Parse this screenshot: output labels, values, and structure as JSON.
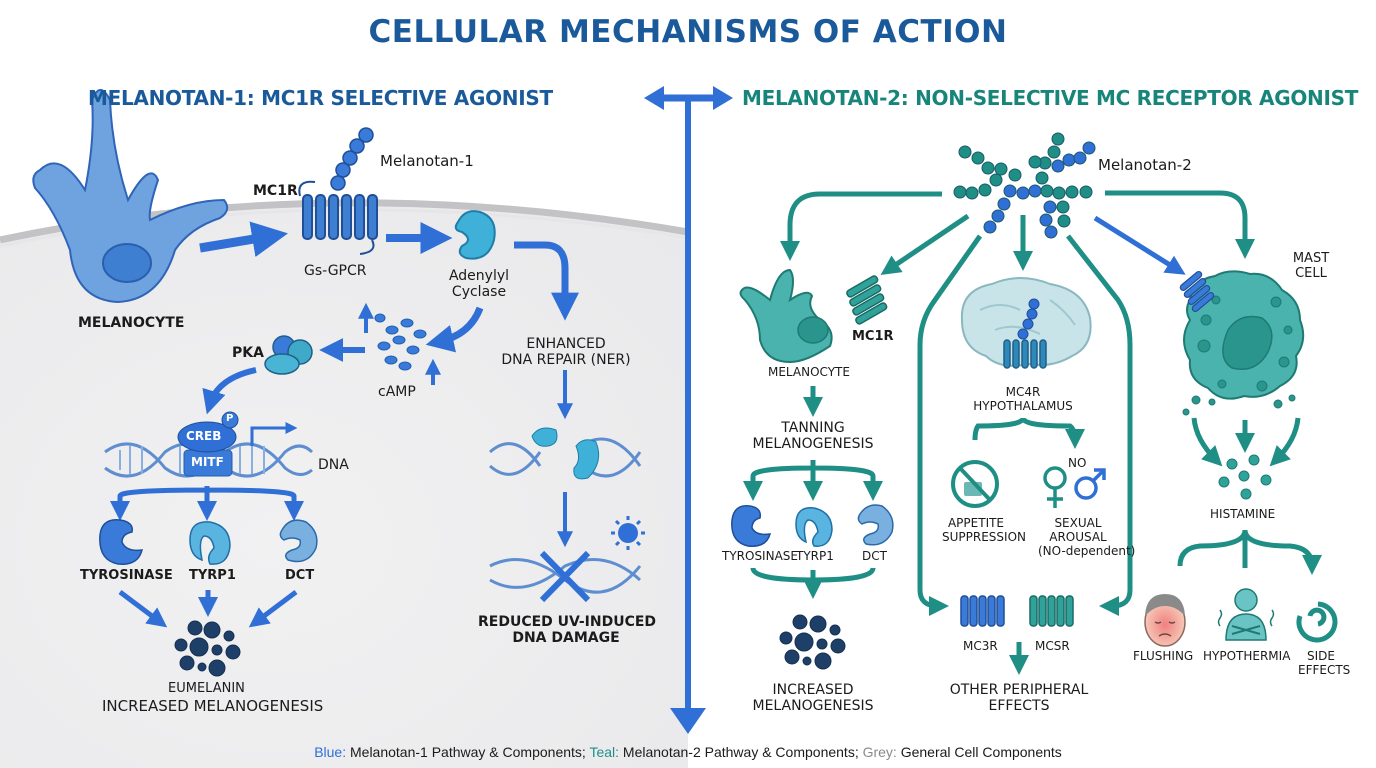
{
  "title": "CELLULAR MECHANISMS OF ACTION",
  "colors": {
    "mt1_blue": "#2f6fd6",
    "mt1_dark": "#1a5a9a",
    "mt2_teal": "#1f8f86",
    "grey": "#8a8a8a",
    "melanin": "#1e3f68"
  },
  "left": {
    "heading": "MELANOTAN-1: MC1R SELECTIVE AGONIST",
    "ligand_label": "Melanotan-1",
    "receptor_label": "MC1R",
    "gpcr_label": "Gs-GPCR",
    "cell_label": "MELANOCYTE",
    "adenylyl_line1": "Adenylyl",
    "adenylyl_line2": "Cyclase",
    "camp_label": "cAMP",
    "pka_label": "PKA",
    "creb_label": "CREB",
    "p_label": "P",
    "mitf_label": "MITF",
    "dna_label": "DNA",
    "enzymes": [
      "TYROSINASE",
      "TYRP1",
      "DCT"
    ],
    "eumelanin_label": "EUMELANIN",
    "result_label": "INCREASED MELANOGENESIS",
    "repair_line1": "ENHANCED",
    "repair_line2": "DNA REPAIR (NER)",
    "damage_line1": "REDUCED UV-INDUCED",
    "damage_line2": "DNA DAMAGE"
  },
  "right": {
    "heading": "MELANOTAN-2: NON-SELECTIVE MC RECEPTOR AGONIST",
    "ligand_label": "Melanotan-2",
    "cell_label": "MELANOCYTE",
    "receptor_label": "MC1R",
    "tanning_line1": "TANNING",
    "tanning_line2": "MELANOGENESIS",
    "enzymes": [
      "TYROSINASE",
      "TYRP1",
      "DCT"
    ],
    "result_line1": "INCREASED",
    "result_line2": "MELANOGENESIS",
    "mc4r_line1": "MC4R",
    "mc4r_line2": "HYPOTHALAMUS",
    "appetite_line1": "APPETITE",
    "appetite_line2": "SUPPRESSION",
    "no_label": "NO",
    "arousal_line1": "SEXUAL",
    "arousal_line2": "AROUSAL",
    "arousal_line3": "(NO-dependent)",
    "mc3r_label": "MC3R",
    "mc5r_label": "MCSR",
    "peripheral_line1": "OTHER PERIPHERAL",
    "peripheral_line2": "EFFECTS",
    "mast_line1": "MAST",
    "mast_line2": "CELL",
    "histamine_label": "HISTAMINE",
    "effects": [
      "FLUSHING",
      "HYPOTHERMIA"
    ],
    "side_line1": "SIDE",
    "side_line2": "EFFECTS"
  },
  "legend": {
    "blue_key": "Blue:",
    "blue_text": " Melanotan-1 Pathway & Components; ",
    "teal_key": "Teal:",
    "teal_text": " Melanotan-2 Pathway & Components; ",
    "grey_key": "Grey:",
    "grey_text": " General Cell Components"
  }
}
